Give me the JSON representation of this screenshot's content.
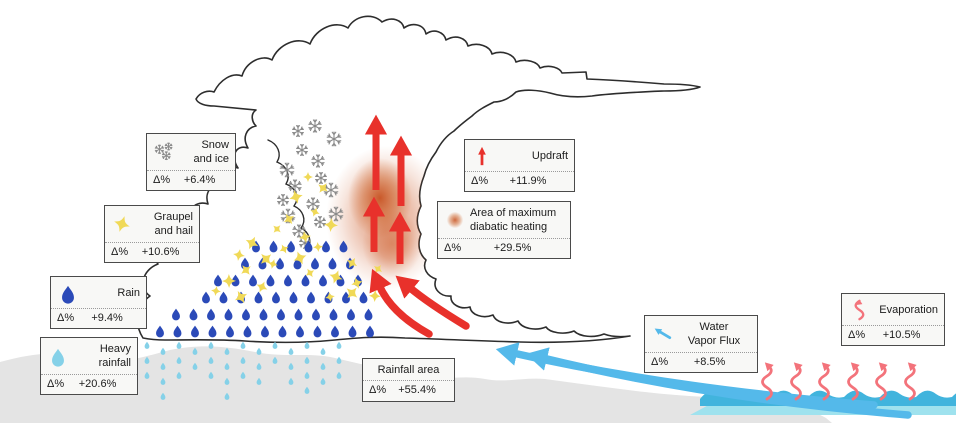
{
  "figure": {
    "description": "Convective storm cloud process diagram with percentage changes"
  },
  "colors": {
    "red": "#e8312b",
    "drop_blue": "#2b4ab8",
    "light_blue": "#85d1e8",
    "sky": "#54b9ea",
    "yellow": "#f0d957",
    "pink": "#f3737b",
    "snow": "#8a8a8a",
    "outline": "#2d2d2d",
    "terrain": "#e4e4e4",
    "water_light": "#9fe2ee",
    "water_dark": "#41b4dd",
    "glow": "#cd5c2a",
    "box_bg": "#f8f8f6",
    "box_border": "#4a4a4a"
  },
  "boxes": {
    "snow_ice": {
      "label": "Snow\nand ice",
      "delta_label": "Δ%",
      "value": "+6.4%",
      "icon": "snow-cluster"
    },
    "graupel_hail": {
      "label": "Graupel\nand hail",
      "delta_label": "Δ%",
      "value": "+10.6%",
      "icon": "star"
    },
    "rain": {
      "label": "Rain",
      "delta_label": "Δ%",
      "value": "+9.4%",
      "icon": "drop-dark"
    },
    "heavy_rainfall": {
      "label": "Heavy\nrainfall",
      "delta_label": "Δ%",
      "value": "+20.6%",
      "icon": "drop-light"
    },
    "updraft": {
      "label": "Updraft",
      "delta_label": "Δ%",
      "value": "+11.9%",
      "icon": "arrow-up-red"
    },
    "diabatic": {
      "label": "Area of maximum\ndiabatic heating",
      "delta_label": "Δ%",
      "value": "+29.5%",
      "icon": "glow-dot"
    },
    "rainfall_area": {
      "label": "Rainfall area",
      "delta_label": "Δ%",
      "value": "+55.4%",
      "icon": ""
    },
    "vapor_flux": {
      "label": "Water\nVapor Flux",
      "delta_label": "Δ%",
      "value": "+8.5%",
      "icon": "flux-arrow"
    },
    "evaporation": {
      "label": "Evaporation",
      "delta_label": "Δ%",
      "value": "+10.5%",
      "icon": "squiggle-pink"
    }
  }
}
